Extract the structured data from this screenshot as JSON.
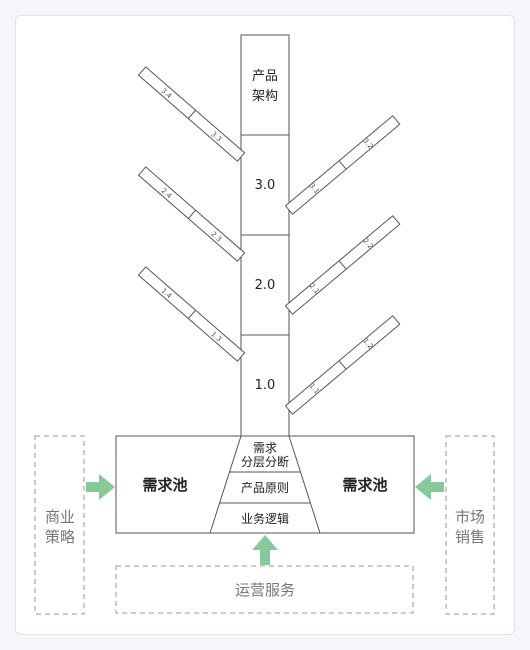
{
  "colors": {
    "stroke": "#555555",
    "dashed": "#999999",
    "arrow": "#88c999",
    "text": "#222222",
    "muted": "#777777"
  },
  "tower": {
    "top_line1": "产品",
    "top_line2": "架构",
    "levels": [
      "3.0",
      "2.0",
      "1.0"
    ]
  },
  "branches": {
    "left": [
      {
        "outer": "3.4",
        "inner": "3.3"
      },
      {
        "outer": "2.4",
        "inner": "2.3"
      },
      {
        "outer": "1.4",
        "inner": "1.3"
      }
    ],
    "right": [
      {
        "outer": "3.2",
        "inner": "3.1"
      },
      {
        "outer": "2.2",
        "inner": "2.1"
      },
      {
        "outer": "1.2",
        "inner": "1.1"
      }
    ]
  },
  "pool": {
    "left_label": "需求池",
    "right_label": "需求池"
  },
  "funnel": {
    "top_line1": "需求",
    "top_line2": "分层分断",
    "middle": "产品原则",
    "bottom": "业务逻辑"
  },
  "sides": {
    "left_line1": "商业",
    "left_line2": "策略",
    "right_line1": "市场",
    "right_line2": "销售",
    "bottom": "运营服务"
  }
}
